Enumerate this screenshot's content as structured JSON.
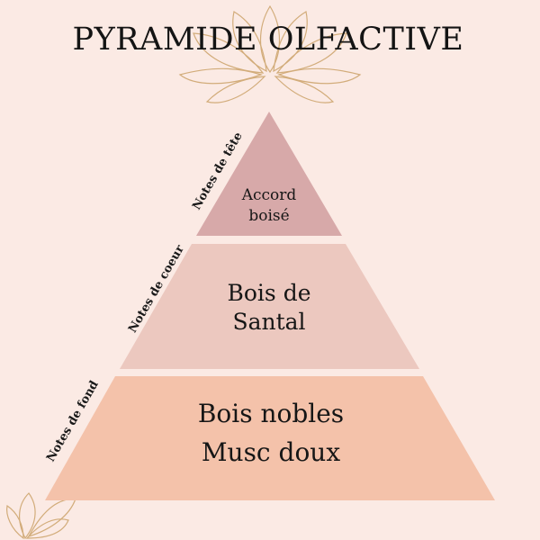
{
  "title": "PYRAMIDE OLFACTIVE",
  "colors": {
    "background": "#fbeae4",
    "top_tier": "#d7a9a9",
    "middle_tier": "#ecc8bf",
    "base_tier": "#f4c2aa",
    "line_art": "#d2ac7a"
  },
  "icons": [
    "lotus-flower-icon",
    "flower-corner-icon"
  ],
  "tiers": {
    "top": {
      "side_label": "Notes de tête",
      "lines": [
        "Accord",
        "boisé"
      ]
    },
    "middle": {
      "side_label": "Notes de coeur",
      "lines": [
        "Bois de",
        "Santal"
      ]
    },
    "base": {
      "side_label": "Notes de fond",
      "lines": [
        "Bois nobles",
        "Musc doux"
      ]
    }
  }
}
